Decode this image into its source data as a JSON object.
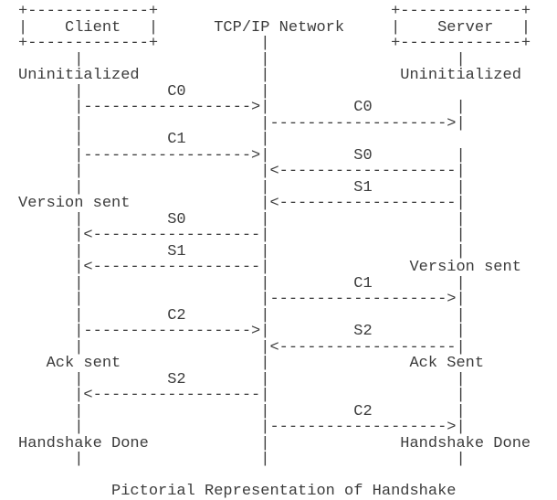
{
  "colors": {
    "background": "#ffffff",
    "text": "#3c3c3c"
  },
  "diagram": {
    "type": "ascii-sequence-diagram",
    "caption": "Pictorial Representation of Handshake",
    "caption_line": "          Pictorial Representation of Handshake",
    "participants": [
      "Client",
      "TCP/IP Network",
      "Server"
    ],
    "client_states": [
      "Uninitialized",
      "Version sent",
      "Ack sent",
      "Handshake Done"
    ],
    "server_states": [
      "Uninitialized",
      "Version sent",
      "Ack Sent",
      "Handshake Done"
    ],
    "message_flow": [
      {
        "label": "C0",
        "from": "Client",
        "to": "Network"
      },
      {
        "label": "C0",
        "from": "Network",
        "to": "Server"
      },
      {
        "label": "C1",
        "from": "Client",
        "to": "Network"
      },
      {
        "label": "S0",
        "from": "Server",
        "to": "Network"
      },
      {
        "label": "S1",
        "from": "Server",
        "to": "Network"
      },
      {
        "label": "S0",
        "from": "Network",
        "to": "Client"
      },
      {
        "label": "S1",
        "from": "Network",
        "to": "Client"
      },
      {
        "label": "C1",
        "from": "Network",
        "to": "Server"
      },
      {
        "label": "C2",
        "from": "Client",
        "to": "Network"
      },
      {
        "label": "S2",
        "from": "Server",
        "to": "Network"
      },
      {
        "label": "S2",
        "from": "Network",
        "to": "Client"
      },
      {
        "label": "C2",
        "from": "Network",
        "to": "Server"
      }
    ],
    "ascii_lines": [
      "+-------------+                         +-------------+",
      "|    Client   |      TCP/IP Network     |    Server   |",
      "+-------------+           |             +-------------+",
      "      |                   |                    |",
      "Uninitialized             |              Uninitialized",
      "      |         C0        |",
      "      |------------------>|         C0         |",
      "      |                   |------------------->|",
      "      |         C1        |",
      "      |------------------>|         S0         |",
      "      |                   |<-------------------|",
      "      |                   |         S1         |",
      "Version sent              |<-------------------|",
      "      |         S0        |                    |",
      "      |<------------------|                    |",
      "      |         S1        |                    |",
      "      |<------------------|               Version sent",
      "      |                   |         C1         |",
      "      |                   |------------------->|",
      "      |         C2        |                    |",
      "      |------------------>|         S2         |",
      "      |                   |<-------------------|",
      "   Ack sent               |               Ack Sent",
      "      |         S2        |                    |",
      "      |<------------------|                    |",
      "      |                   |         C2         |",
      "      |                   |------------------->|",
      "Handshake Done            |              Handshake Done",
      "      |                   |                    |"
    ]
  }
}
